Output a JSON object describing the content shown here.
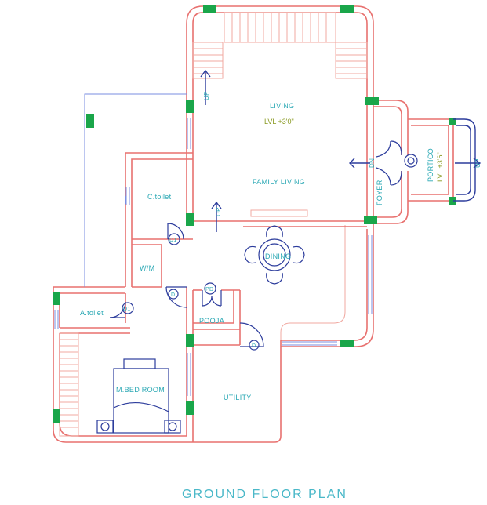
{
  "plan": {
    "title": "GROUND FLOOR PLAN",
    "rooms": {
      "living": "LIVING",
      "living_level": "LVL +3'0\"",
      "family_living": "FAMILY LIVING",
      "c_toilet": "C.toilet",
      "wm": "W/M",
      "dining": "DINING",
      "a_toilet": "A.toilet",
      "pooja": "POOJA",
      "m_bed_room": "M.BED ROOM",
      "utility": "UTILITY",
      "foyer": "FOYER",
      "portico": "PORTICO",
      "portico_level": "LVL +3'6\""
    },
    "door_tags": {
      "d1_ctoilet": "D1",
      "d1_atoilet": "D1",
      "pd": "PD",
      "d_bed": "D",
      "d_utility": "D"
    },
    "stair_labels": {
      "up_living": "UP",
      "up_family": "UP",
      "up_portico": "UP",
      "dn_foyer": "DN"
    },
    "colors": {
      "wall": "#e8716f",
      "column": "#1aa64a",
      "furniture": "#2c3c9c",
      "label": "#2aa8b4"
    }
  }
}
